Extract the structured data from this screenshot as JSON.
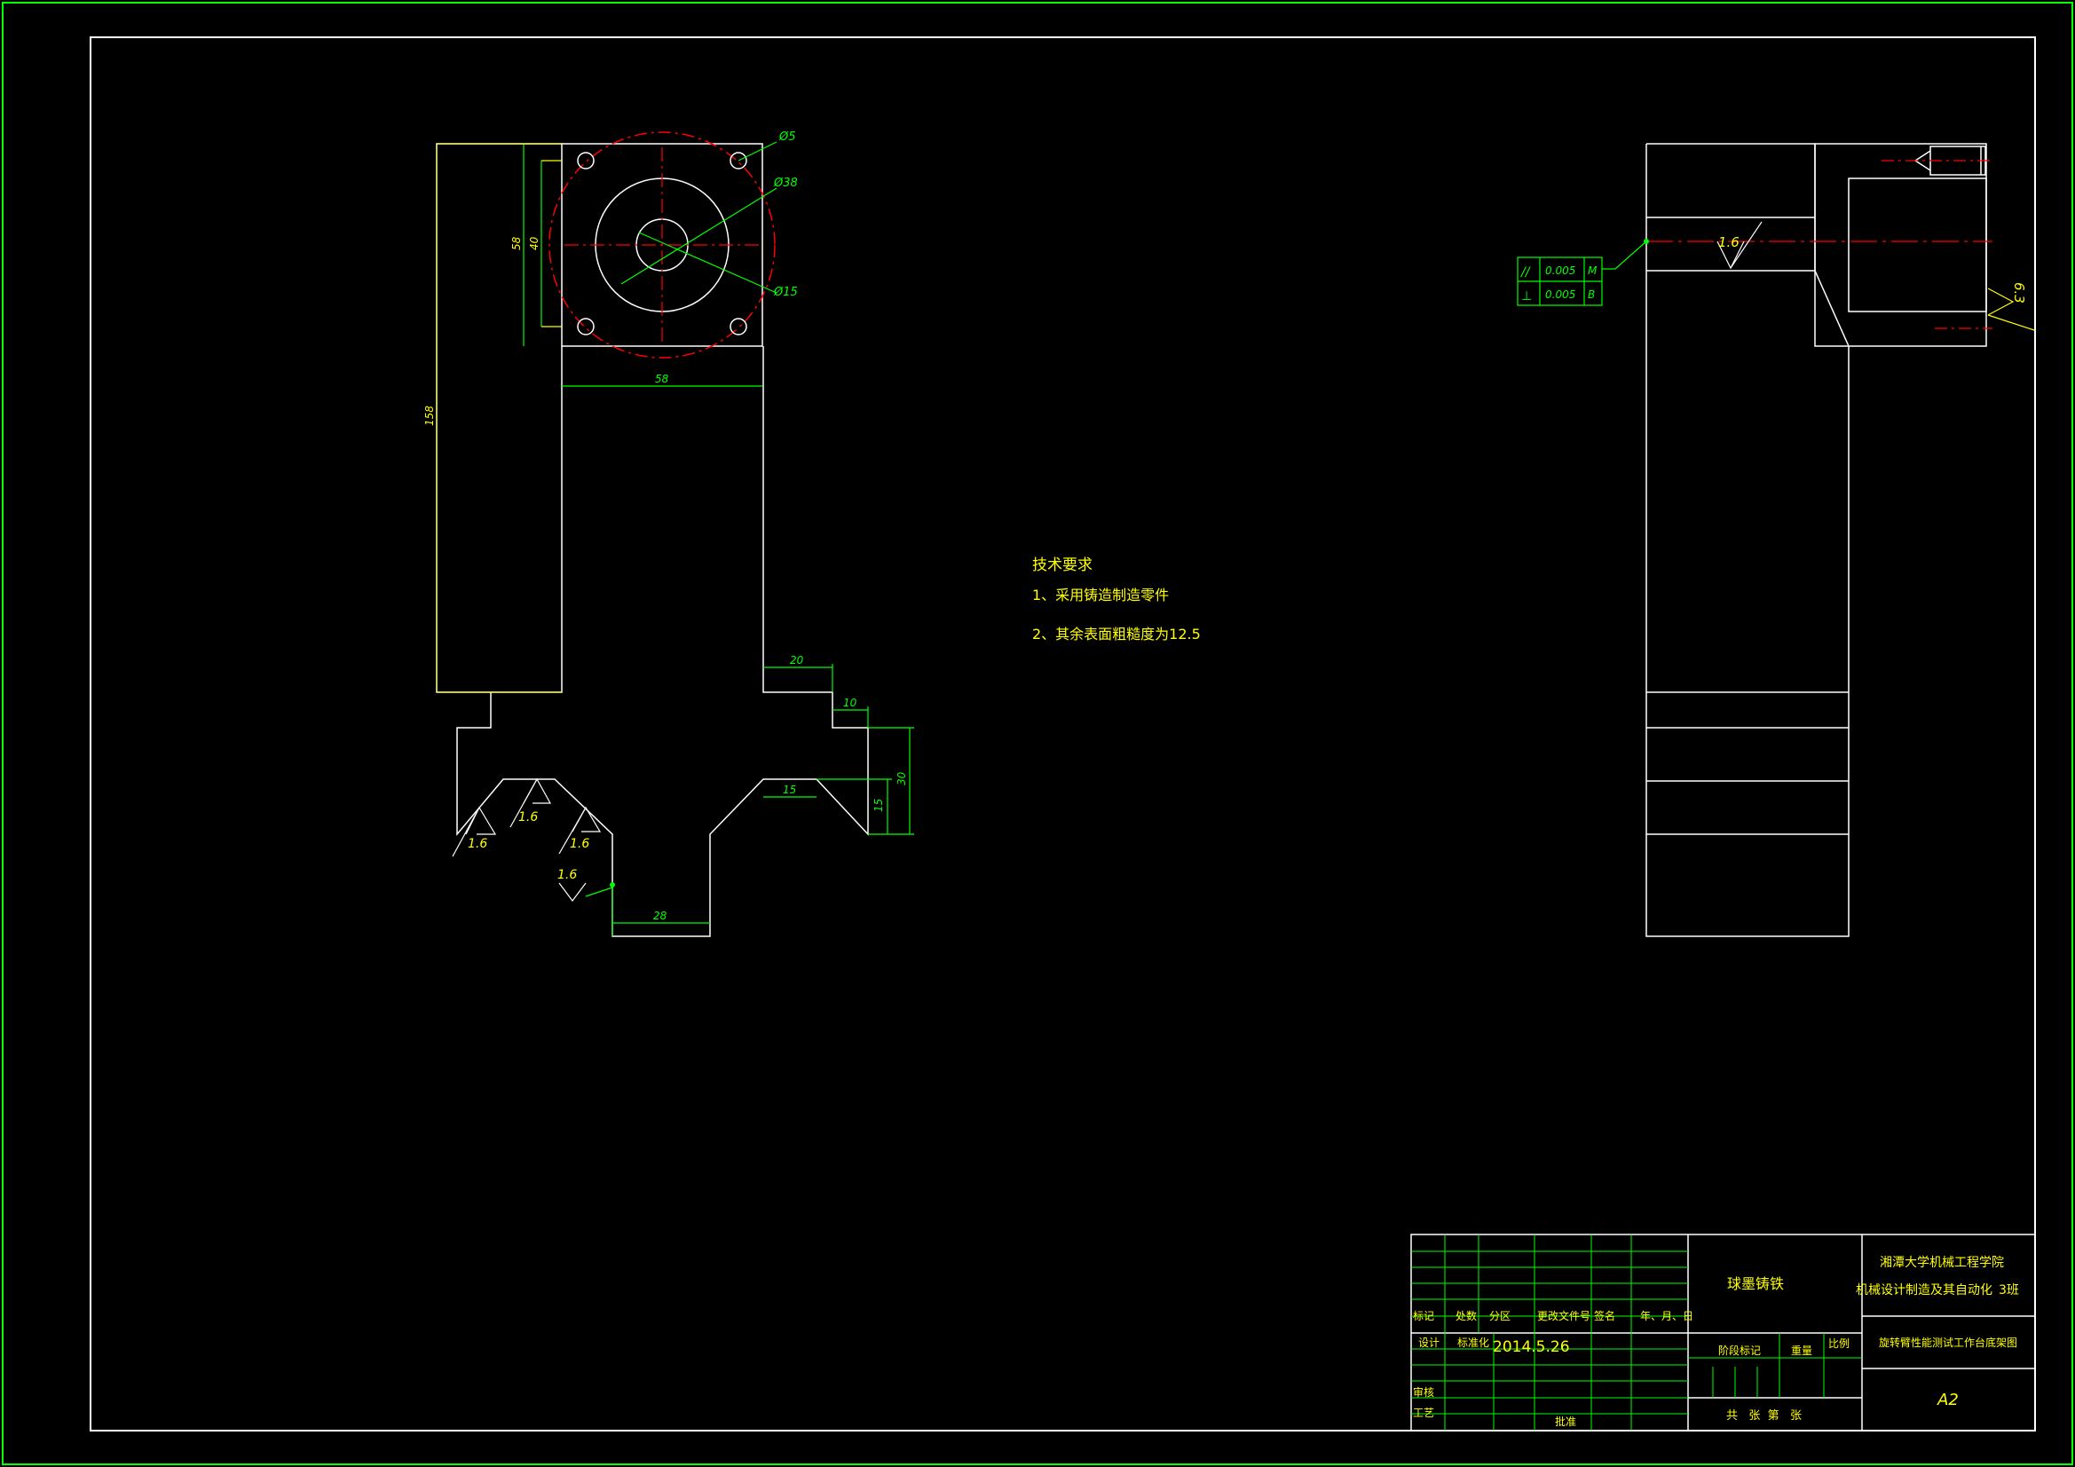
{
  "colors": {
    "background": "#000000",
    "outline": "#ffffff",
    "dimension": "#00ff00",
    "centerline": "#ff0000",
    "text": "#ffff00"
  },
  "front_view": {
    "dims": {
      "hole_dia": "Ø5",
      "outer_dia": "Ø38",
      "bore_dia": "Ø15",
      "flange_v1": "58",
      "flange_v2": "40",
      "flange_width": "58",
      "total_height": "158",
      "step_20": "20",
      "step_10": "10",
      "height_30": "30",
      "width_15": "15",
      "height_15": "15",
      "slot_28": "28"
    },
    "roughness": [
      "1.6",
      "1.6",
      "1.6",
      "1.6"
    ]
  },
  "side_view": {
    "roughness": "1.6",
    "roughness_right": "6.3",
    "tolerance": [
      {
        "symbol": "//",
        "value": "0.005",
        "datum": "M"
      },
      {
        "symbol": "⊥",
        "value": "0.005",
        "datum": "B"
      }
    ]
  },
  "notes": {
    "title": "技术要求",
    "items": [
      "1、采用铸造制造零件",
      "2、其余表面粗糙度为12.5"
    ]
  },
  "title_block": {
    "headers": [
      "标记",
      "处数",
      "分区",
      "更改文件号",
      "签名",
      "年、月、日"
    ],
    "design_label": "设计",
    "standard_label": "标准化",
    "date": "2014.5.26",
    "review_label": "审核",
    "process_label": "工艺",
    "approve_label": "批准",
    "material": "球墨铸铁",
    "stage_label": "阶段标记",
    "weight_label": "重量",
    "scale_label": "比例",
    "sheets": "共   张  第   张",
    "school": "湘潭大学机械工程学院",
    "major": "机械设计制造及其自动化",
    "class": "3班",
    "drawing_name": "旋转臂性能测试工作台底架图",
    "size": "A2"
  }
}
